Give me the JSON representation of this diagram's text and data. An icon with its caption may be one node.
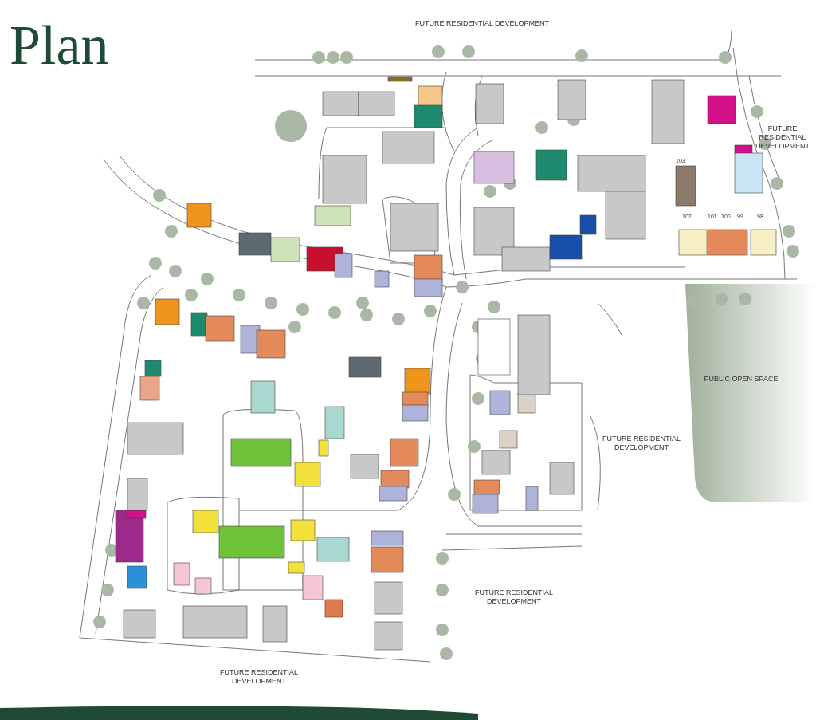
{
  "diagram": {
    "title": "Plan",
    "labels": [
      "FUTURE RESIDENTIAL DEVELOPMENT",
      "FUTURE RESIDENTIAL DEVELOPMENT",
      "PUBLIC OPEN SPACE",
      "FUTURE RESIDENTIAL DEVELOPMENT",
      "FUTURE RESIDENTIAL DEVELOPMENT",
      "FUTURE RESIDENTIAL DEVELOPMENT",
      "103",
      "102",
      "101",
      "100",
      "99",
      "98"
    ]
  }
}
